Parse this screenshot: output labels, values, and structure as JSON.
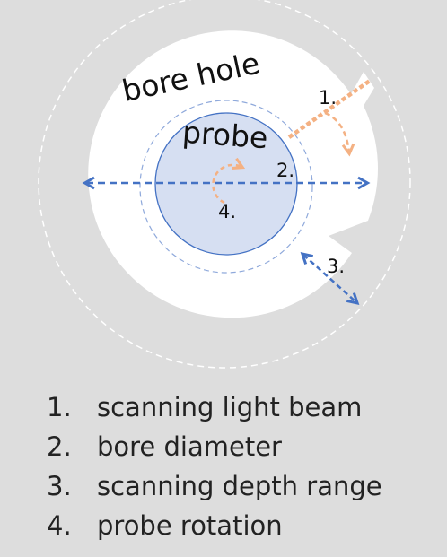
{
  "diagram": {
    "labels": {
      "bore_hole": "bore hole",
      "probe": "probe",
      "marker_1": "1.",
      "marker_2": "2.",
      "marker_3": "3.",
      "marker_4": "4."
    },
    "colors": {
      "background": "#dddddd",
      "bore_fill": "#ffffff",
      "probe_fill": "#d6dff2",
      "probe_outline": "#4472c4",
      "blue_arrow": "#4472c4",
      "orange": "#f4b183",
      "orange_light": "#fad0a8",
      "outer_ring": "#ffffff"
    }
  },
  "legend": {
    "items": [
      {
        "number": "1.",
        "text": "scanning light beam"
      },
      {
        "number": "2.",
        "text": "bore diameter"
      },
      {
        "number": "3.",
        "text": "scanning depth range"
      },
      {
        "number": "4.",
        "text": "probe rotation"
      }
    ]
  }
}
